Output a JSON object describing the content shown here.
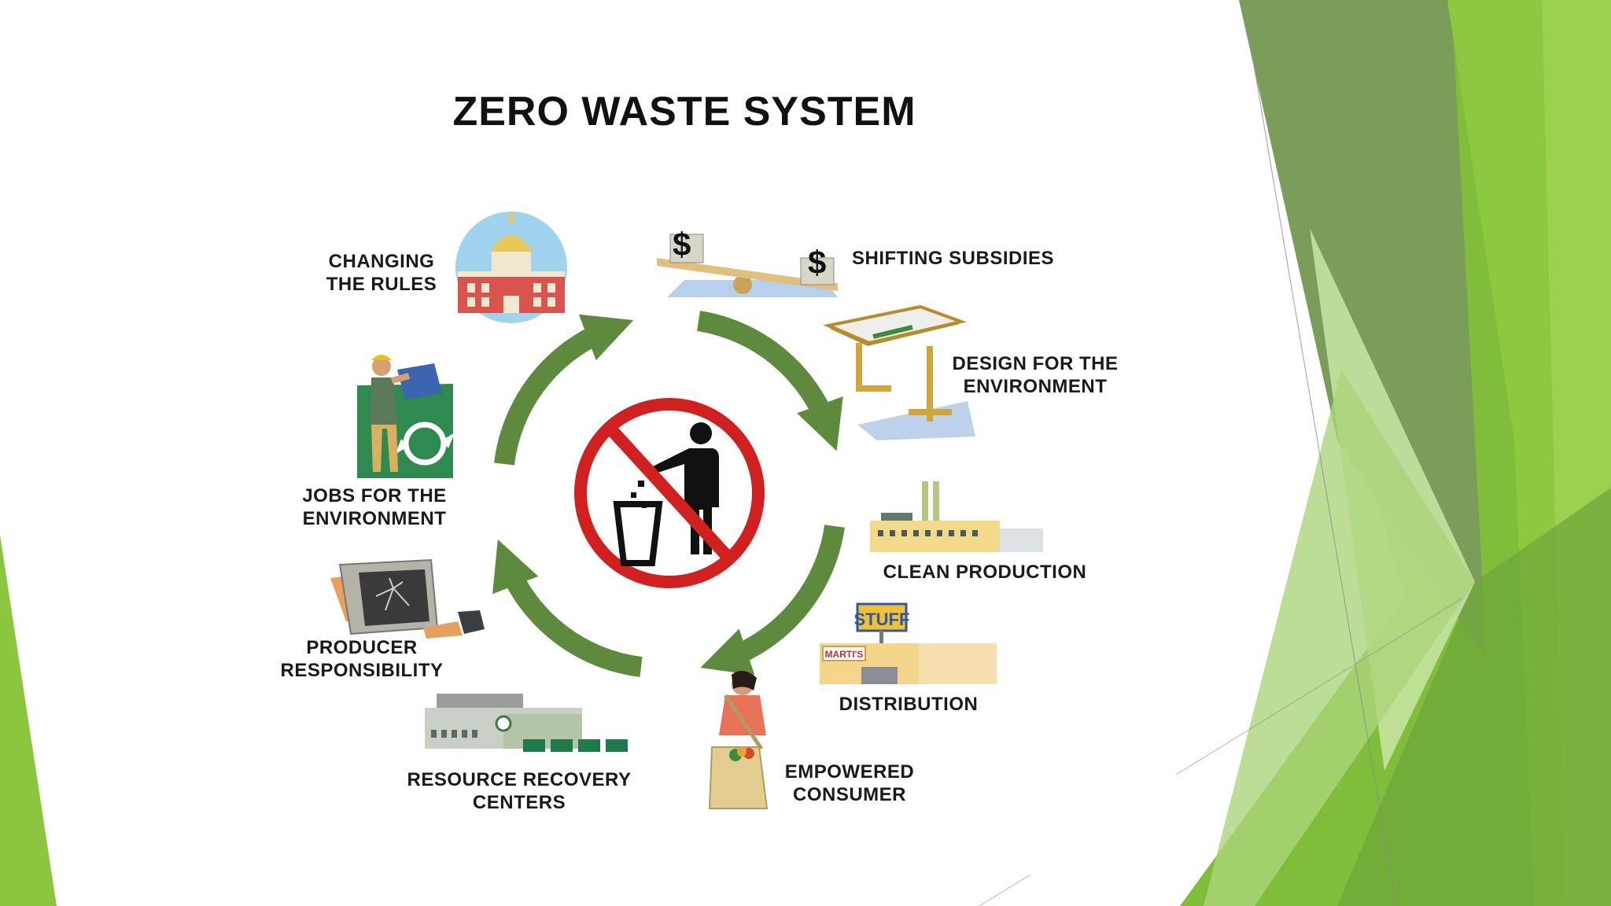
{
  "title": "ZERO WASTE SYSTEM",
  "labels": {
    "changing_rules": [
      "CHANGING",
      "THE RULES"
    ],
    "shifting_subsidies": [
      "SHIFTING SUBSIDIES"
    ],
    "design_environment": [
      "DESIGN FOR THE",
      "ENVIRONMENT"
    ],
    "clean_production": [
      "CLEAN PRODUCTION"
    ],
    "distribution": [
      "DISTRIBUTION"
    ],
    "empowered_consumer": [
      "EMPOWERED",
      "CONSUMER"
    ],
    "resource_recovery": [
      "RESOURCE RECOVERY",
      "CENTERS"
    ],
    "producer_responsibility": [
      "PRODUCER",
      "RESPONSIBILITY"
    ],
    "jobs_environment": [
      "JOBS FOR THE",
      "ENVIRONMENT"
    ]
  },
  "signage": {
    "store_sign": "STUFF",
    "store_name": "MARTI'S",
    "currency": "$"
  },
  "icons": [
    "capitol-building-icon",
    "balance-scale-money-icon",
    "drafting-table-icon",
    "factory-icon",
    "store-icon",
    "shopper-icon",
    "recovery-center-icon",
    "broken-monitor-icon",
    "recycling-worker-icon",
    "no-littering-icon"
  ],
  "colors": {
    "arrow": "#5d8a3c",
    "prohibition": "#d0201f",
    "accent_green": "#8cc63f",
    "text": "#1a1a1a"
  }
}
